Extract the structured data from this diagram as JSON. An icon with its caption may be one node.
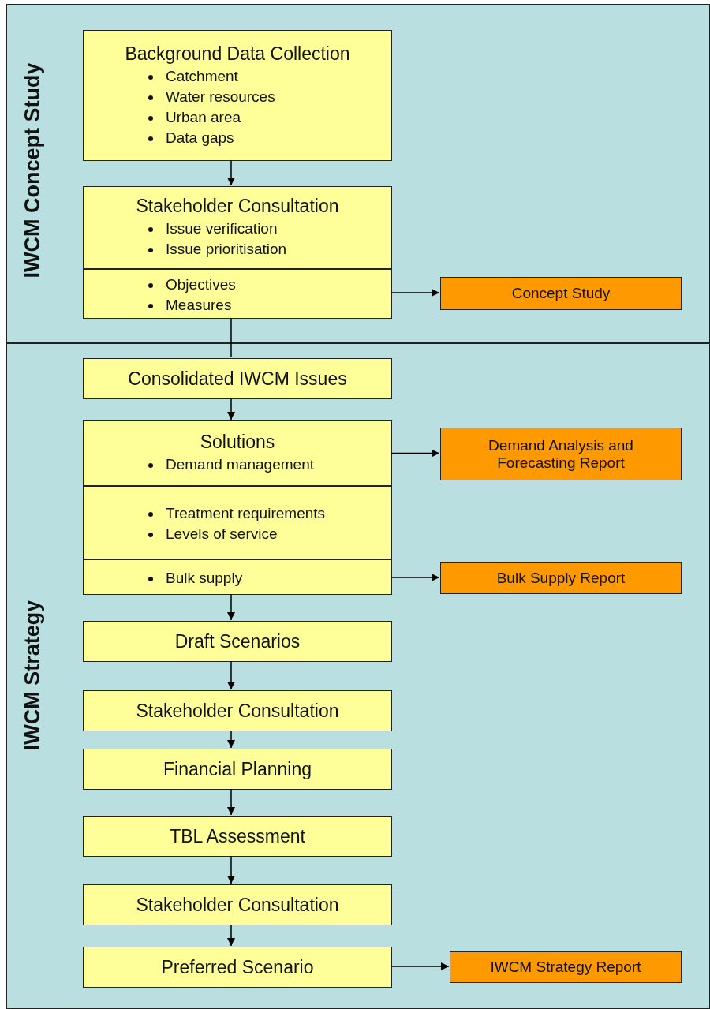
{
  "diagram": {
    "nodes": [
      {
        "text": [
          "IWCM Concept Study"
        ]
      },
      {
        "text": [
          "Background Data Collection",
          "Catchment",
          "Water resources",
          "Urban area",
          "Data gaps"
        ],
        "in": 0
      },
      {
        "text": [
          "Stakeholder Consultation",
          "Issue verification",
          "Issue prioritisation"
        ],
        "in": 0
      },
      {
        "text": [
          "Objectives",
          "Measures"
        ],
        "in": 0
      },
      {
        "text": [
          "Concept Study"
        ],
        "in": 0
      },
      {
        "text": [
          "IWCM Strategy"
        ]
      },
      {
        "text": [
          "Consolidated IWCM Issues"
        ],
        "in": 5
      },
      {
        "text": [
          "Solutions",
          "Demand management"
        ],
        "in": 5
      },
      {
        "text": [
          "Treatment requirements",
          "Levels of service"
        ],
        "in": 5
      },
      {
        "text": [
          "Bulk supply"
        ],
        "in": 5
      },
      {
        "text": [
          "Demand Analysis and Forecasting Report"
        ],
        "in": 5
      },
      {
        "text": [
          "Bulk Supply Report"
        ],
        "in": 5
      },
      {
        "text": [
          "Draft Scenarios"
        ],
        "in": 5
      },
      {
        "text": [
          "Stakeholder Consultation"
        ],
        "in": 5
      },
      {
        "text": [
          "Financial Planning"
        ],
        "in": 5
      },
      {
        "text": [
          "TBL Assessment"
        ],
        "in": 5
      },
      {
        "text": [
          "Stakeholder Consultation"
        ],
        "in": 5
      },
      {
        "text": [
          "Preferred Scenario"
        ],
        "in": 5
      },
      {
        "text": [
          "IWCM Strategy Report"
        ],
        "in": 5
      }
    ],
    "edges": [
      {
        "from": 1,
        "to": 2,
        "arrow": "to"
      },
      {
        "from": 3,
        "to": 4,
        "arrow": "to"
      },
      {
        "from": 3,
        "to": 6,
        "arrow": "none"
      },
      {
        "from": 6,
        "to": 7,
        "arrow": "to"
      },
      {
        "from": 7,
        "to": 10,
        "arrow": "to"
      },
      {
        "from": 9,
        "to": 11,
        "arrow": "to"
      },
      {
        "from": 9,
        "to": 12,
        "arrow": "to"
      },
      {
        "from": 12,
        "to": 13,
        "arrow": "to"
      },
      {
        "from": 13,
        "to": 14,
        "arrow": "to"
      },
      {
        "from": 14,
        "to": 15,
        "arrow": "to"
      },
      {
        "from": 15,
        "to": 16,
        "arrow": "to"
      },
      {
        "from": 16,
        "to": 17,
        "arrow": "to"
      },
      {
        "from": 17,
        "to": 18,
        "arrow": "to"
      }
    ]
  }
}
